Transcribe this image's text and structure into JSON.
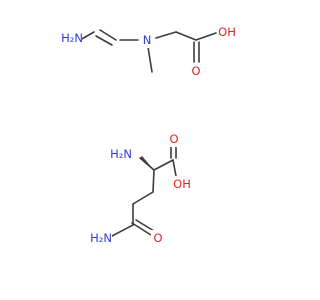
{
  "structure": {
    "molecule_1_name": "",
    "molecule_2_name": "",
    "atom_labels": {
      "hydrazine_n": "H₂N",
      "hydrazine_n2": "N",
      "amine_n": "N",
      "acid_oh_1": "OH",
      "acid_o_1": "O",
      "amino": "H₂N",
      "acid_oh_2": "OH",
      "acid_o_2": "O",
      "amide_n": "H₂N",
      "amide_o": "O"
    }
  }
}
